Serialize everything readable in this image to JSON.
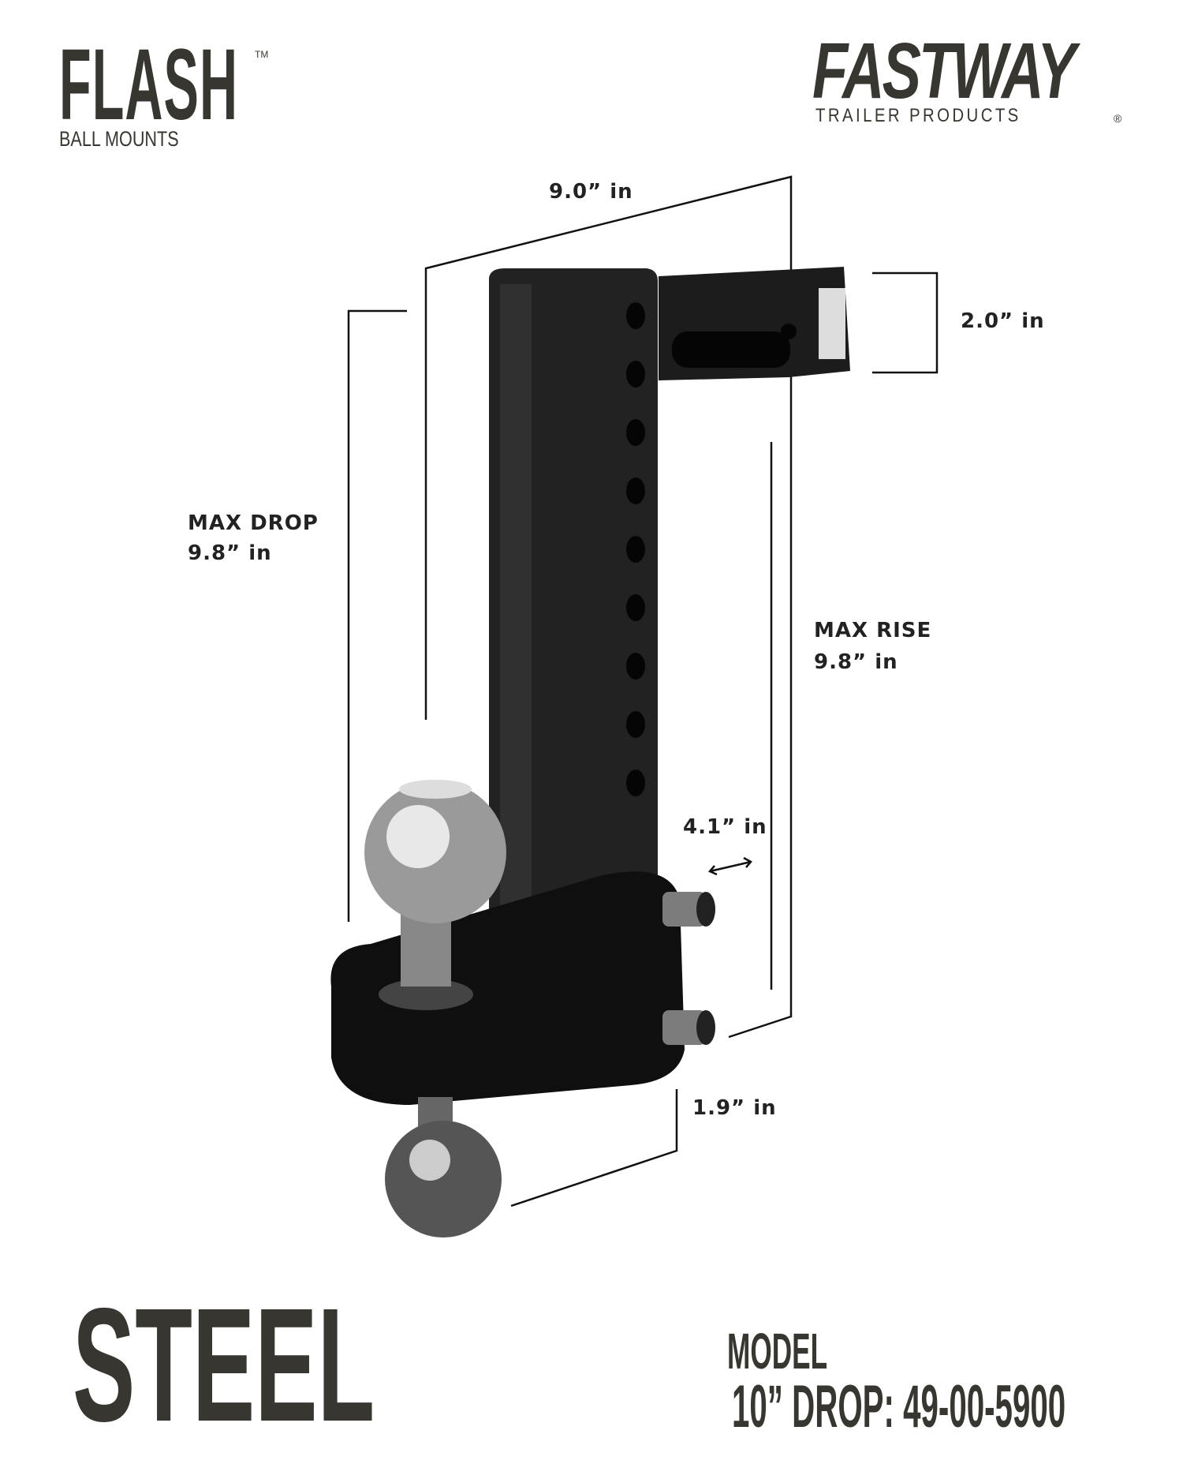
{
  "brand": {
    "product_line": "FLASH",
    "trademark": "TM",
    "subtitle": "BALL MOUNTS",
    "company_logo": "FASTWAY",
    "company_tagline": "TRAILER PRODUCTS",
    "registered": "®"
  },
  "dimensions": {
    "length": "9.0” in",
    "shank": "2.0” in",
    "max_drop_label": "MAX DROP",
    "max_drop_value": "9.8” in",
    "max_rise_label": "MAX RISE",
    "max_rise_value": "9.8” in",
    "offset": "4.1” in",
    "ball_offset": "1.9” in"
  },
  "footer": {
    "material": "STEEL",
    "model_label": "MODEL",
    "model_number": "10” DROP: 49-00-5900"
  },
  "colors": {
    "text": "#383631",
    "product": "#151515"
  }
}
